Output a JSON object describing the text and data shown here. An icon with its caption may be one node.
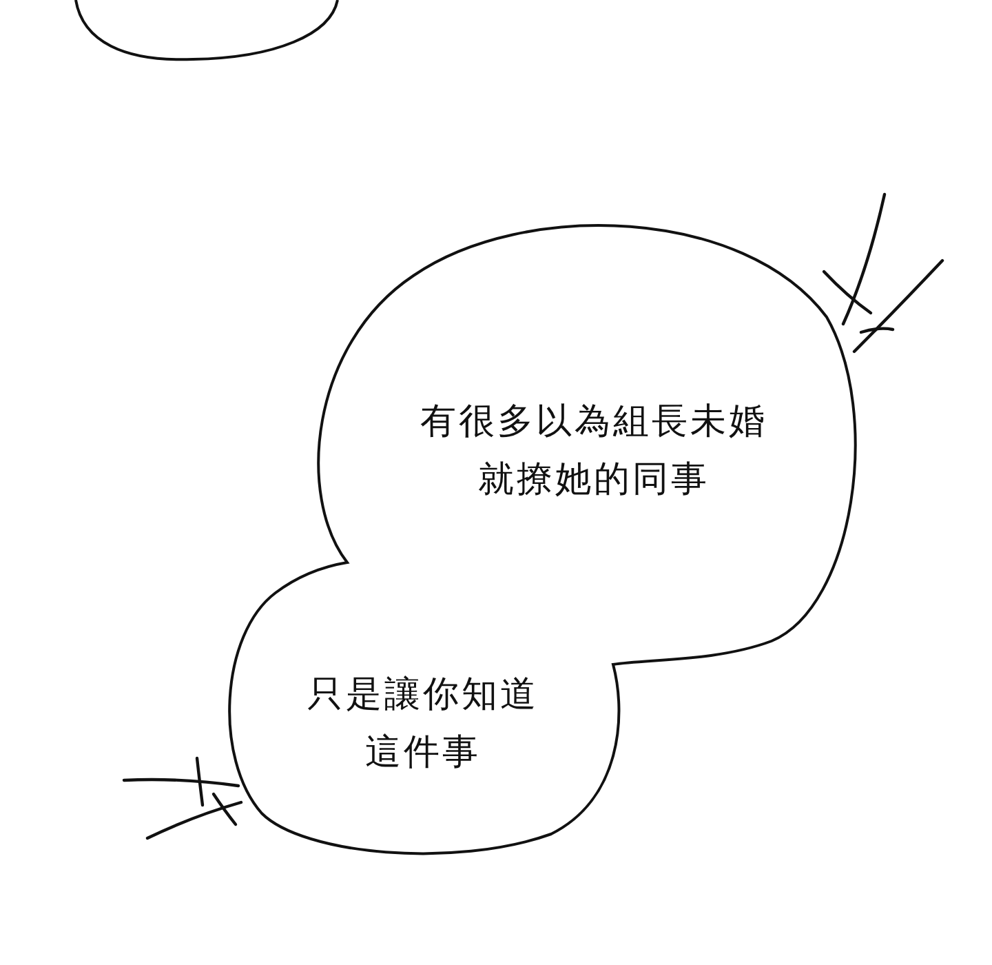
{
  "diagram": {
    "nodes": [
      {
        "text": [],
        "shape": "bubble"
      },
      {
        "text": [
          "有很多以為組長未婚就撩她的同事",
          "只是讓你知道這件事"
        ]
      }
    ]
  }
}
